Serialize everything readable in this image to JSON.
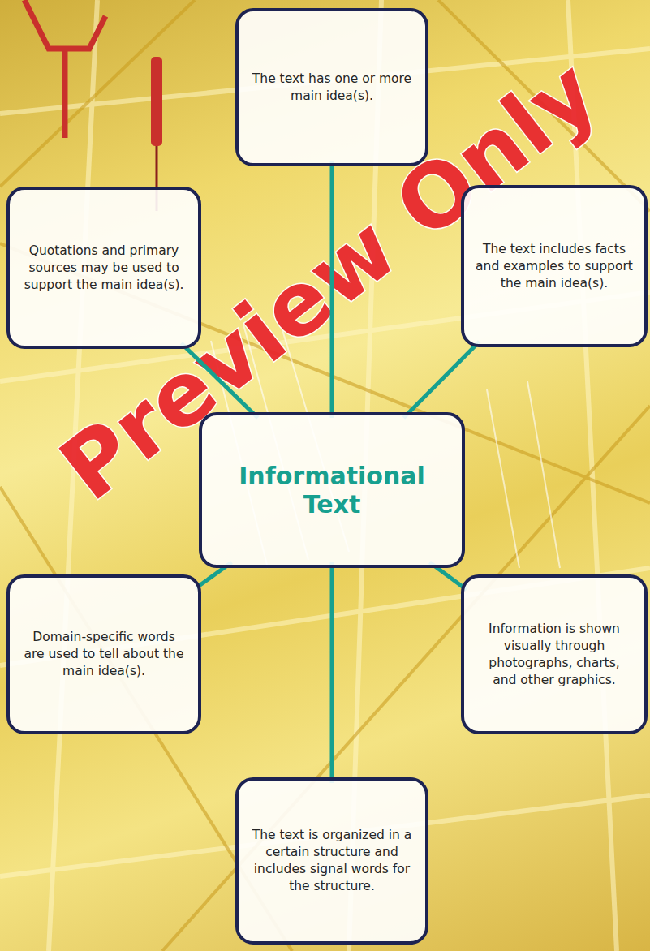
{
  "diagram": {
    "nodes": [
      {
        "text": [
          "The text has one or more main idea(s)."
        ]
      },
      {
        "text": [
          "Quotations and primary sources may be used to support the main idea(s)."
        ]
      },
      {
        "text": [
          "The text includes facts and examples to support the main idea(s)."
        ]
      },
      {
        "text": [
          "Informational Text"
        ]
      },
      {
        "text": [
          "Domain-specific words are used to tell about the main idea(s)."
        ]
      },
      {
        "text": [
          "Information is shown visually through photographs, charts, and other graphics."
        ]
      },
      {
        "text": [
          "The text is organized in a certain structure and includes signal words for the structure."
        ]
      }
    ],
    "edges": [
      {
        "from": 3,
        "to": 0,
        "arrow": "none"
      },
      {
        "from": 3,
        "to": 1,
        "arrow": "none"
      },
      {
        "from": 3,
        "to": 2,
        "arrow": "none"
      },
      {
        "from": 3,
        "to": 4,
        "arrow": "none"
      },
      {
        "from": 3,
        "to": 5,
        "arrow": "none"
      },
      {
        "from": 3,
        "to": 6,
        "arrow": "none"
      }
    ],
    "labels": [
      "Preview Only"
    ]
  }
}
